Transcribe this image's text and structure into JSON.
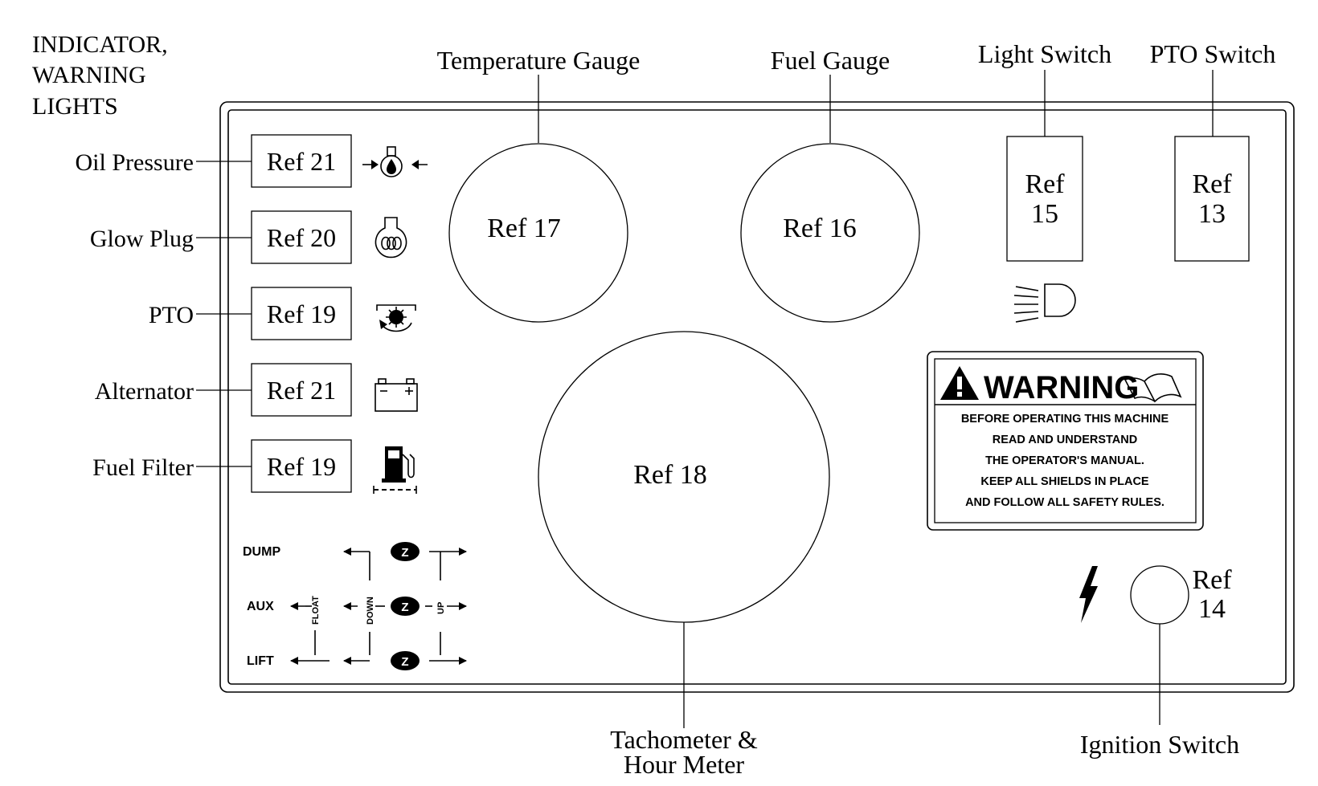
{
  "heading": [
    "INDICATOR,",
    "WARNING",
    "LIGHTS"
  ],
  "indicators": [
    {
      "label": "Oil Pressure",
      "ref": "Ref 21",
      "icon": "oil-pressure-icon"
    },
    {
      "label": "Glow Plug",
      "ref": "Ref 20",
      "icon": "glow-plug-icon"
    },
    {
      "label": "PTO",
      "ref": "Ref 19",
      "icon": "pto-icon"
    },
    {
      "label": "Alternator",
      "ref": "Ref 21",
      "icon": "battery-icon"
    },
    {
      "label": "Fuel Filter",
      "ref": "Ref 19",
      "icon": "fuel-filter-icon"
    }
  ],
  "gauges": {
    "temperature": {
      "label": "Temperature Gauge",
      "ref": "Ref 17"
    },
    "fuel": {
      "label": "Fuel Gauge",
      "ref": "Ref 16"
    },
    "tachometer": {
      "label_line1": "Tachometer &",
      "label_line2": "Hour Meter",
      "ref": "Ref 18"
    }
  },
  "switches": {
    "light": {
      "label": "Light Switch",
      "ref_line1": "Ref",
      "ref_line2": "15"
    },
    "pto": {
      "label": "PTO Switch",
      "ref_line1": "Ref",
      "ref_line2": "13"
    },
    "ignition": {
      "label": "Ignition Switch",
      "ref_line1": "Ref",
      "ref_line2": "14"
    }
  },
  "warning": {
    "title": "WARNING",
    "lines": [
      "BEFORE OPERATING THIS MACHINE",
      "READ AND UNDERSTAND",
      "THE OPERATOR'S MANUAL.",
      "KEEP ALL SHIELDS IN PLACE",
      "AND FOLLOW ALL SAFETY RULES."
    ]
  },
  "hydraulic": {
    "rows": [
      "DUMP",
      "AUX",
      "LIFT"
    ],
    "float_label": "FLOAT",
    "down_label": "DOWN",
    "up_label": "UP",
    "detent_mark": "Z"
  }
}
